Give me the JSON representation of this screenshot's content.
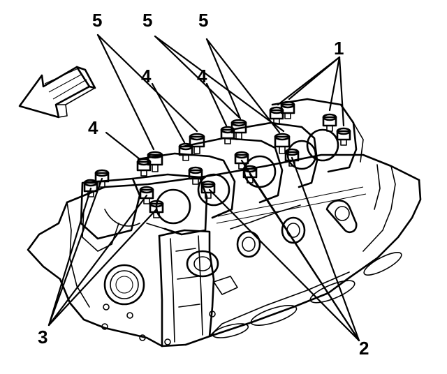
{
  "callouts": {
    "main_bearing_bolts": "1",
    "inner_bolts_right": "2",
    "inner_bolts_left": "3",
    "side_bolts": "4",
    "stud_bolts": "5"
  },
  "colors": {
    "line": "#000000",
    "background": "#ffffff",
    "arrow_fill": "#ffffff"
  },
  "icons": {
    "front_direction": "arrow-icon"
  }
}
